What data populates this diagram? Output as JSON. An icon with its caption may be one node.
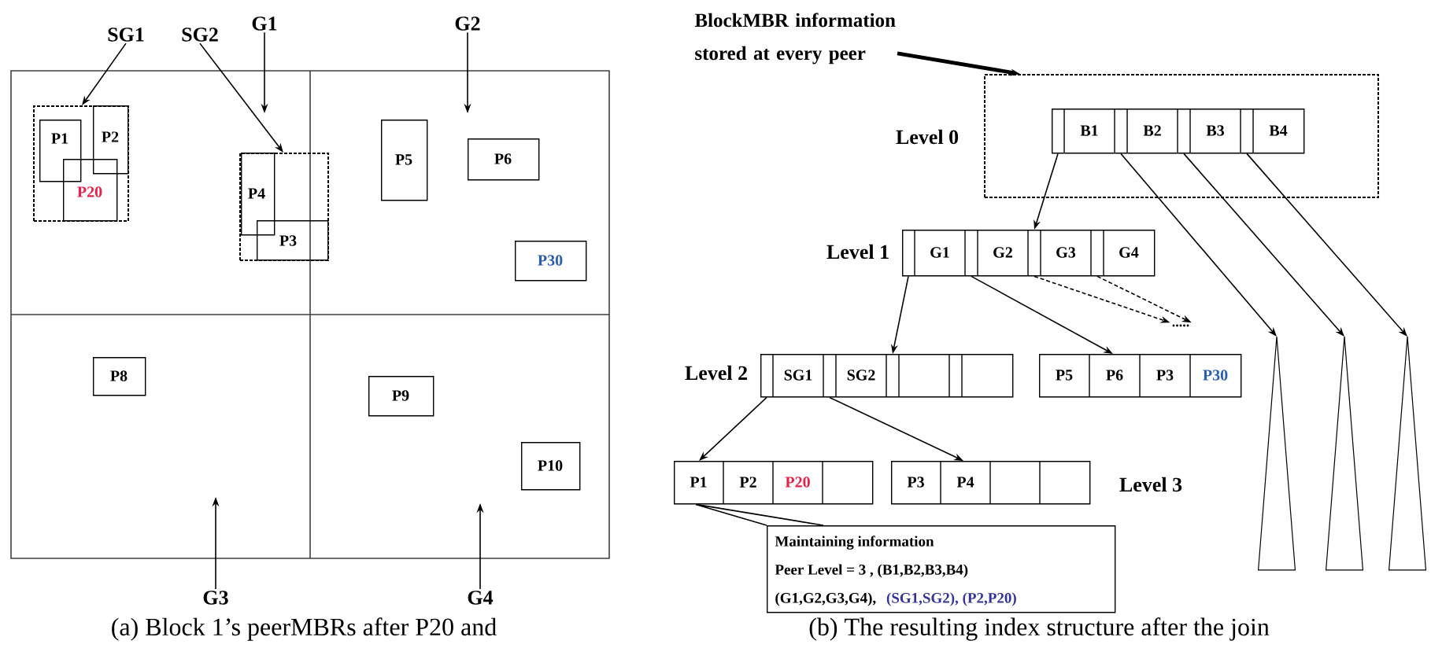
{
  "diagram": {
    "nodes": [
      {
        "text": [
          "SG1"
        ]
      },
      {
        "text": [
          "SG2"
        ]
      },
      {
        "text": [
          "G1"
        ]
      },
      {
        "text": [
          "G2"
        ]
      },
      {
        "text": [],
        "shape": "box"
      },
      {
        "text": [
          "P1"
        ],
        "in": 4
      },
      {
        "text": [
          "P2"
        ],
        "in": 4
      },
      {
        "text": [
          "P20"
        ],
        "in": 4
      },
      {
        "text": [],
        "shape": "box"
      },
      {
        "text": [
          "P4"
        ],
        "in": 8
      },
      {
        "text": [
          "P3"
        ],
        "in": 8
      },
      {
        "text": [
          "P5"
        ]
      },
      {
        "text": [
          "P6"
        ]
      },
      {
        "text": [
          "P30"
        ]
      },
      {
        "text": [
          "P8"
        ]
      },
      {
        "text": [
          "P9"
        ]
      },
      {
        "text": [
          "P10"
        ]
      },
      {
        "text": [
          "G3"
        ]
      },
      {
        "text": [
          "G4"
        ]
      },
      {
        "text": [
          "BlockMBR information stored at every peer"
        ]
      },
      {
        "text": [],
        "shape": "box",
        "beside": [
          "Level 0"
        ]
      },
      {
        "text": [
          "B1",
          "B2",
          "B3",
          "B4"
        ],
        "in": 20
      },
      {
        "text": [
          "G1",
          "G2",
          "G3",
          "G4"
        ],
        "beside": [
          "Level 1"
        ]
      },
      {
        "text": [
          "....."
        ]
      },
      {
        "text": [
          "SG1",
          "SG2"
        ],
        "beside": [
          "Level 2"
        ]
      },
      {
        "text": [
          "P5",
          "P6",
          "P3",
          "P30"
        ]
      },
      {
        "text": [
          "P1",
          "P2",
          "P20"
        ]
      },
      {
        "text": [
          "P3",
          "P4"
        ],
        "beside": [
          "Level 3"
        ]
      },
      {
        "text": [
          "Maintaining information",
          "Peer Level = 3 , (B1,B2,B3,B4)",
          "(G1,G2,G3,G4),",
          "(SG1,SG2), (P2,P20)"
        ]
      },
      {
        "text": [],
        "shape": "triangle"
      },
      {
        "text": [],
        "shape": "triangle"
      },
      {
        "text": [],
        "shape": "triangle"
      }
    ],
    "edges": [
      {
        "from": 0,
        "to": 4,
        "arrow": "to"
      },
      {
        "from": 1,
        "to": 8,
        "arrow": "to"
      },
      {
        "from": 2,
        "to": null,
        "arrow": "to"
      },
      {
        "from": 3,
        "to": null,
        "arrow": "to"
      },
      {
        "from": 17,
        "to": null,
        "arrow": "to"
      },
      {
        "from": 18,
        "to": null,
        "arrow": "to"
      },
      {
        "from": 19,
        "to": 20,
        "arrow": "to",
        "style": "thick"
      },
      {
        "from": 21,
        "to": 22,
        "arrow": "to"
      },
      {
        "from": 21,
        "to": 29,
        "arrow": "to"
      },
      {
        "from": 21,
        "to": 30,
        "arrow": "to"
      },
      {
        "from": 21,
        "to": 31,
        "arrow": "to"
      },
      {
        "from": 22,
        "to": 24,
        "arrow": "to"
      },
      {
        "from": 22,
        "to": 25,
        "arrow": "to"
      },
      {
        "from": 22,
        "to": 23,
        "arrow": "to",
        "style": "dashed"
      },
      {
        "from": 22,
        "to": 23,
        "arrow": "to",
        "style": "dashed"
      },
      {
        "from": 24,
        "to": 26,
        "arrow": "to"
      },
      {
        "from": 24,
        "to": 27,
        "arrow": "to"
      },
      {
        "from": 26,
        "to": 28,
        "arrow": "none"
      }
    ],
    "labels": [
      "(a) Block 1’s peerMBRs after P20 and",
      "(b) The resulting index structure after the join"
    ]
  }
}
